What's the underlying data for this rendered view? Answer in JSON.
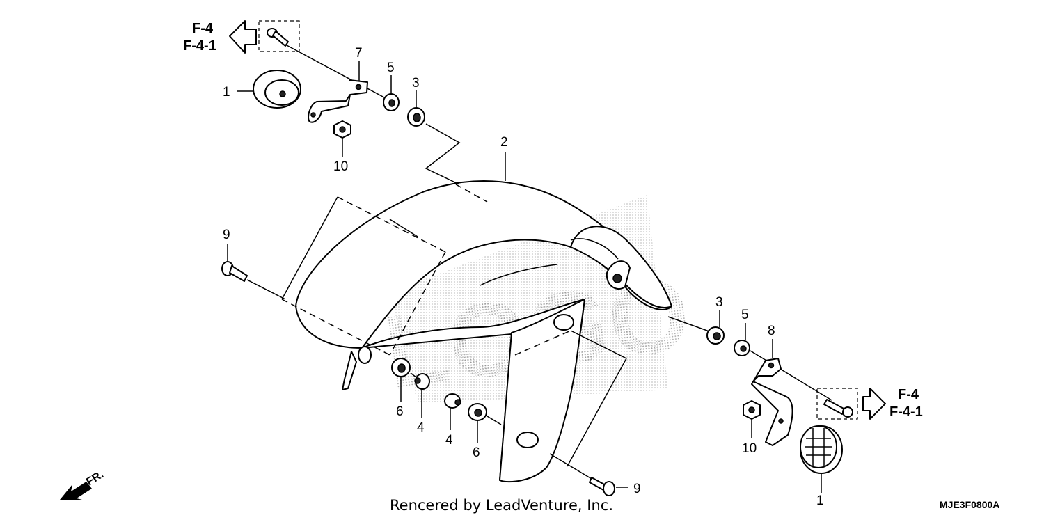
{
  "callouts": {
    "c1_top": "1",
    "c2": "2",
    "c3_top": "3",
    "c5_top": "5",
    "c7": "7",
    "c10_top": "10",
    "c9_left": "9",
    "c6_left": "6",
    "c4_left": "4",
    "c4_mid": "4",
    "c6_mid": "6",
    "c9_bottom": "9",
    "c3_right": "3",
    "c5_right": "5",
    "c8": "8",
    "c10_right": "10",
    "c1_bottom": "1"
  },
  "refs": {
    "top_line1": "F-4",
    "top_line2": "F-4-1",
    "right_line1": "F-4",
    "right_line2": "F-4-1"
  },
  "front_indicator": "FR.",
  "watermark": "LOGO",
  "footer": "Rencered by LeadVenture, Inc.",
  "diagram_code": "MJE3F0800A"
}
